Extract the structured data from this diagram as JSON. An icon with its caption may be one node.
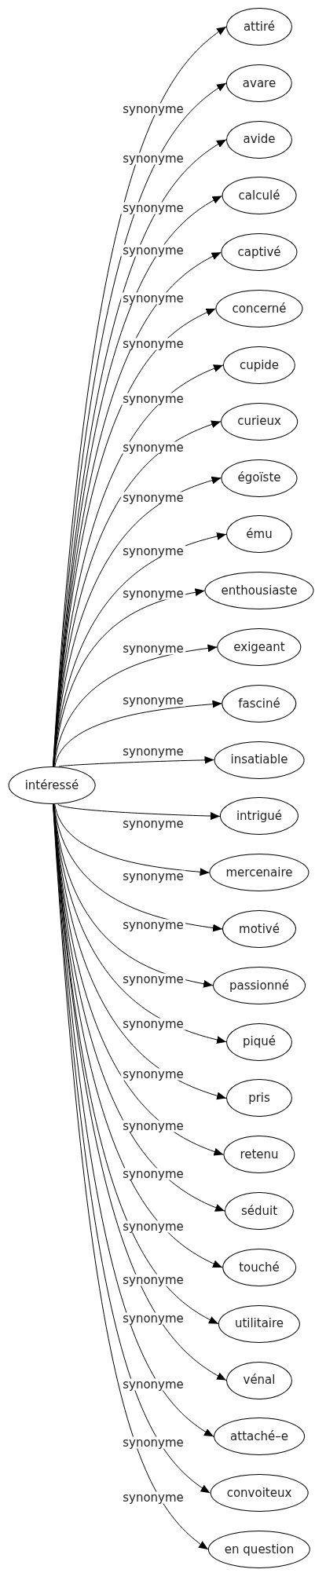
{
  "diagram": {
    "nodes": [
      {
        "text": [
          "intéressé"
        ]
      },
      {
        "text": [
          "attiré"
        ]
      },
      {
        "text": [
          "avare"
        ]
      },
      {
        "text": [
          "avide"
        ]
      },
      {
        "text": [
          "calculé"
        ]
      },
      {
        "text": [
          "captivé"
        ]
      },
      {
        "text": [
          "concerné"
        ]
      },
      {
        "text": [
          "cupide"
        ]
      },
      {
        "text": [
          "curieux"
        ]
      },
      {
        "text": [
          "égoïste"
        ]
      },
      {
        "text": [
          "ému"
        ]
      },
      {
        "text": [
          "enthousiaste"
        ]
      },
      {
        "text": [
          "exigeant"
        ]
      },
      {
        "text": [
          "fasciné"
        ]
      },
      {
        "text": [
          "insatiable"
        ]
      },
      {
        "text": [
          "intrigué"
        ]
      },
      {
        "text": [
          "mercenaire"
        ]
      },
      {
        "text": [
          "motivé"
        ]
      },
      {
        "text": [
          "passionné"
        ]
      },
      {
        "text": [
          "piqué"
        ]
      },
      {
        "text": [
          "pris"
        ]
      },
      {
        "text": [
          "retenu"
        ]
      },
      {
        "text": [
          "séduit"
        ]
      },
      {
        "text": [
          "touché"
        ]
      },
      {
        "text": [
          "utilitaire"
        ]
      },
      {
        "text": [
          "vénal"
        ]
      },
      {
        "text": [
          "attaché–e"
        ]
      },
      {
        "text": [
          "convoiteux"
        ]
      },
      {
        "text": [
          "en question"
        ]
      }
    ],
    "edges": [
      {
        "from": 0,
        "to": 1,
        "arrow": "to",
        "label": "synonyme"
      },
      {
        "from": 0,
        "to": 2,
        "arrow": "to",
        "label": "synonyme"
      },
      {
        "from": 0,
        "to": 3,
        "arrow": "to",
        "label": "synonyme"
      },
      {
        "from": 0,
        "to": 4,
        "arrow": "to",
        "label": "synonyme"
      },
      {
        "from": 0,
        "to": 5,
        "arrow": "to",
        "label": "synonyme"
      },
      {
        "from": 0,
        "to": 6,
        "arrow": "to",
        "label": "synonyme"
      },
      {
        "from": 0,
        "to": 7,
        "arrow": "to",
        "label": "synonyme"
      },
      {
        "from": 0,
        "to": 8,
        "arrow": "to",
        "label": "synonyme"
      },
      {
        "from": 0,
        "to": 9,
        "arrow": "to",
        "label": "synonyme"
      },
      {
        "from": 0,
        "to": 10,
        "arrow": "to",
        "label": "synonyme"
      },
      {
        "from": 0,
        "to": 11,
        "arrow": "to",
        "label": "synonyme"
      },
      {
        "from": 0,
        "to": 12,
        "arrow": "to",
        "label": "synonyme"
      },
      {
        "from": 0,
        "to": 13,
        "arrow": "to",
        "label": "synonyme"
      },
      {
        "from": 0,
        "to": 14,
        "arrow": "to",
        "label": "synonyme"
      },
      {
        "from": 0,
        "to": 15,
        "arrow": "to",
        "label": "synonyme"
      },
      {
        "from": 0,
        "to": 16,
        "arrow": "to",
        "label": "synonyme"
      },
      {
        "from": 0,
        "to": 17,
        "arrow": "to",
        "label": "synonyme"
      },
      {
        "from": 0,
        "to": 18,
        "arrow": "to",
        "label": "synonyme"
      },
      {
        "from": 0,
        "to": 19,
        "arrow": "to",
        "label": "synonyme"
      },
      {
        "from": 0,
        "to": 20,
        "arrow": "to",
        "label": "synonyme"
      },
      {
        "from": 0,
        "to": 21,
        "arrow": "to",
        "label": "synonyme"
      },
      {
        "from": 0,
        "to": 22,
        "arrow": "to",
        "label": "synonyme"
      },
      {
        "from": 0,
        "to": 23,
        "arrow": "to",
        "label": "synonyme"
      },
      {
        "from": 0,
        "to": 24,
        "arrow": "to",
        "label": "synonyme"
      },
      {
        "from": 0,
        "to": 25,
        "arrow": "to",
        "label": "synonyme"
      },
      {
        "from": 0,
        "to": 26,
        "arrow": "to",
        "label": "synonyme"
      },
      {
        "from": 0,
        "to": 27,
        "arrow": "to",
        "label": "synonyme"
      },
      {
        "from": 0,
        "to": 28,
        "arrow": "to",
        "label": "synonyme"
      }
    ]
  }
}
